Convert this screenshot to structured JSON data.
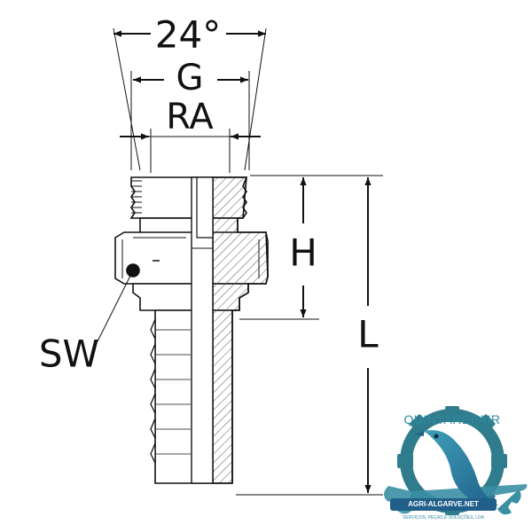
{
  "dimensions": {
    "cone_angle": "24°",
    "thread": "G",
    "cone_diameter": "RA",
    "hex_size": "SW",
    "height": "H",
    "length": "L"
  },
  "logo": {
    "brand_top": "QUINTAREPAIR",
    "brand_domain": "AGRI-ALGARVE.NET",
    "tagline": "SERVIÇOS, PEÇAS E SOLUÇÕES, LDA",
    "colors": {
      "gear": "#2f7c8c",
      "wrench": "#3a8fa3",
      "bird": "#2c6f9a",
      "text": "#2e8aa0"
    }
  }
}
